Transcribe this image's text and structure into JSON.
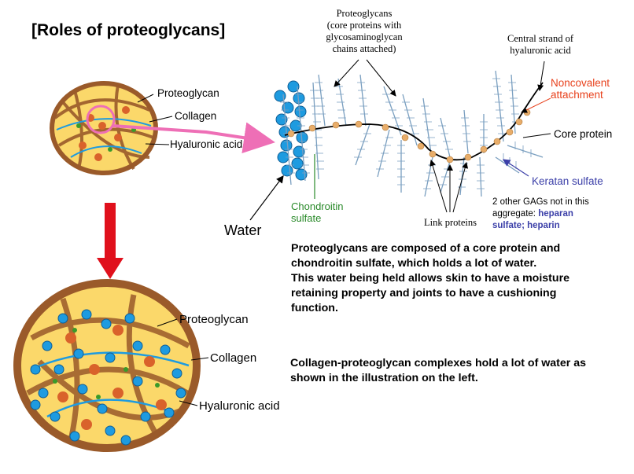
{
  "title": "[Roles of proteoglycans]",
  "small_diagram": {
    "labels": {
      "proteoglycan": "Proteoglycan",
      "collagen": "Collagen",
      "hyaluronic_acid": "Hyaluronic acid"
    }
  },
  "large_diagram": {
    "labels": {
      "proteoglycan": "Proteoglycan",
      "collagen": "Collagen",
      "hyaluronic_acid": "Hyaluronic acid"
    }
  },
  "aggregate_diagram": {
    "proteoglycans_label": [
      "Proteoglycans",
      "(core proteins with",
      "glycosaminoglycan",
      "chains attached)"
    ],
    "central_strand_label": [
      "Central strand of",
      "hyaluronic acid"
    ],
    "noncovalent_label": [
      "Noncovalent",
      "attachment"
    ],
    "core_protein_label": "Core protein",
    "keratan_label": "Keratan sulfate",
    "other_gags_prefix": [
      "2 other GAGs not in this",
      "aggregate: "
    ],
    "heparan": "heparan",
    "sulfate_word": "sulfate",
    "heparin": "heparin",
    "link_proteins_label": "Link proteins",
    "chondroitin_label": [
      "Chondroitin",
      "sulfate"
    ],
    "water_label": "Water"
  },
  "paragraph_1": [
    "Proteoglycans are composed of a core protein and",
    "chondroitin sulfate, which holds a lot of water.",
    "This water being held allows skin to have a moisture",
    "retaining property and joints to have a cushioning",
    "function."
  ],
  "paragraph_2": [
    "Collagen-proteoglycan complexes hold a lot of water as",
    "shown in the illustration on the left."
  ],
  "colors": {
    "red_accent": "#e8411c",
    "blue_label": "#3b3fa8",
    "green_label": "#2a8a2a",
    "pink_arrow": "#ee6fb6",
    "water_blue": "#1e9be0",
    "tissue_yellow": "#fbd86a",
    "collagen_brown": "#9a5a2a"
  }
}
